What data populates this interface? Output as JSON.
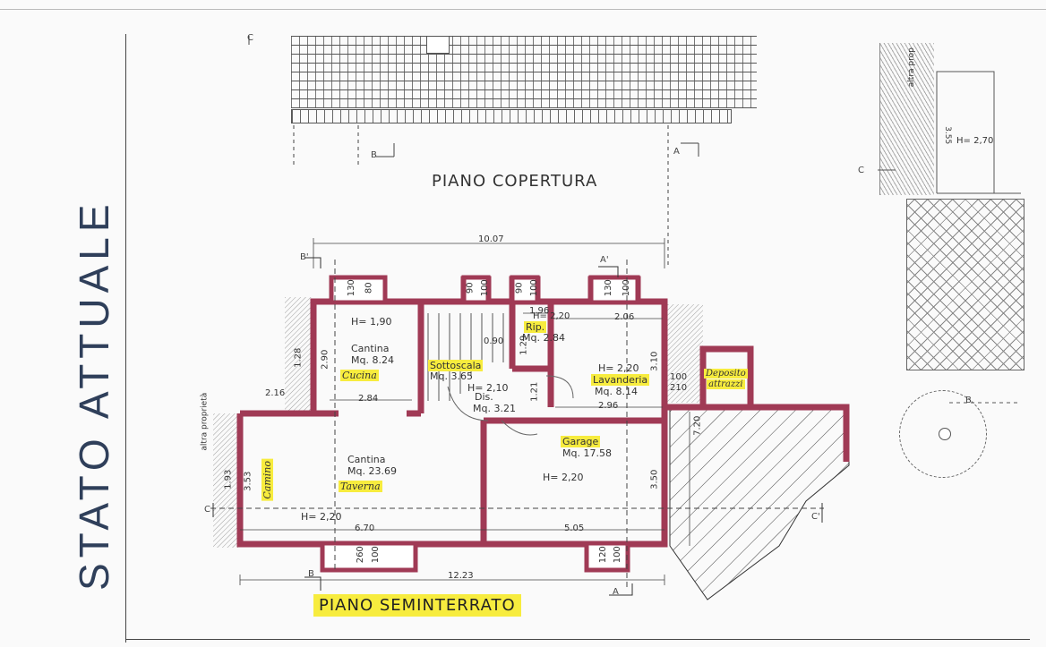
{
  "side_title": "STATO ATTUALE",
  "plan_titles": {
    "roof": "PIANO COPERTURA",
    "basement": "PIANO SEMINTERRATO"
  },
  "section_markers": {
    "c_top": "C",
    "b_top": "B",
    "a_top": "A",
    "b_prime": "B'",
    "a_prime": "A'",
    "c_left": "C",
    "c_prime": "C'",
    "b_bottom": "B",
    "a_bottom": "A"
  },
  "dimensions": {
    "overall_top": "10.07",
    "overall_bottom": "12.23",
    "lower_left": "6.70",
    "lower_right": "5.05",
    "cantina_top_width": "2.84",
    "lavanderia_width": "2.96",
    "lavanderia_top": "2.06",
    "rip_top": "1.96",
    "sottoscala_width": "0.90",
    "rip_height": "1.29",
    "dis_height": "1.21",
    "lav_depth": "3.10",
    "cantina_depth": "2.90",
    "left_step": "2.16",
    "left_depth": "1.28",
    "taverna_depth": "1.93",
    "garage_depth": "3.50",
    "right_ramp": "7.20"
  },
  "windows": [
    {
      "a": "130",
      "b": "80"
    },
    {
      "a": "90",
      "b": "100"
    },
    {
      "a": "90",
      "b": "100"
    },
    {
      "a": "130",
      "b": "100"
    },
    {
      "a": "260",
      "b": "100"
    },
    {
      "a": "120",
      "b": "100"
    }
  ],
  "door_lav": {
    "a": "100",
    "b": "210"
  },
  "rooms": {
    "cantina_cucina": {
      "h": "H= 1,90",
      "name": "Cantina",
      "area": "Mq. 8.24",
      "note": "Cucina"
    },
    "sottoscala": {
      "name": "Sottoscala",
      "area": "Mq. 3.65"
    },
    "rip": {
      "h": "H= 2,20",
      "name": "Rip.",
      "area": "Mq. 2.84"
    },
    "dis": {
      "h": "H= 2,10",
      "name": "Dis.",
      "area": "Mq. 3.21"
    },
    "lavanderia": {
      "h": "H= 2,20",
      "name": "Lavanderia",
      "area": "Mq. 8.14"
    },
    "deposito": {
      "line1": "Deposito",
      "line2": "attrazzi"
    },
    "garage": {
      "name": "Garage",
      "area": "Mq. 17.58",
      "h": "H= 2,20"
    },
    "taverna": {
      "name": "Cantina",
      "area": "Mq. 23.69",
      "note": "Taverna",
      "h": "H= 2,20"
    },
    "camino": {
      "note": "Camino",
      "dim": "3.53"
    }
  },
  "boundary_label": "altra proprietà",
  "right_panel": {
    "h_label": "H= 2,70",
    "dim": "3.55",
    "boundary": "altra prop",
    "c_marker": "C",
    "b_marker": "B"
  },
  "colors": {
    "wall": "#a03a55",
    "highlight": "#f7ec3e",
    "title_blue": "#2f3f5a"
  }
}
